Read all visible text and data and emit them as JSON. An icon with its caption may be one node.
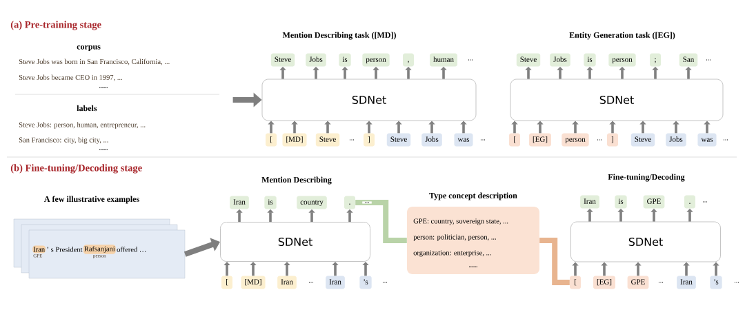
{
  "diagram": {
    "nodes": [
      {
        "text": [
          "SDNet"
        ]
      },
      {
        "text": [
          "Steve"
        ]
      },
      {
        "text": [
          "Jobs"
        ]
      },
      {
        "text": [
          "is"
        ]
      },
      {
        "text": [
          "person"
        ]
      },
      {
        "text": [
          ","
        ]
      },
      {
        "text": [
          "human"
        ]
      },
      {
        "text": [
          "["
        ]
      },
      {
        "text": [
          "[MD]"
        ]
      },
      {
        "text": [
          "Steve"
        ]
      },
      {
        "text": [
          "]"
        ]
      },
      {
        "text": [
          "Steve"
        ]
      },
      {
        "text": [
          "Jobs"
        ]
      },
      {
        "text": [
          "was"
        ]
      },
      {
        "text": [
          "SDNet"
        ]
      },
      {
        "text": [
          "Steve"
        ]
      },
      {
        "text": [
          "Jobs"
        ]
      },
      {
        "text": [
          "is"
        ]
      },
      {
        "text": [
          "person"
        ]
      },
      {
        "text": [
          ";"
        ]
      },
      {
        "text": [
          "San"
        ]
      },
      {
        "text": [
          "["
        ]
      },
      {
        "text": [
          "[EG]"
        ]
      },
      {
        "text": [
          "person"
        ]
      },
      {
        "text": [
          "]"
        ]
      },
      {
        "text": [
          "Steve"
        ]
      },
      {
        "text": [
          "Jobs"
        ]
      },
      {
        "text": [
          "was"
        ]
      },
      {
        "text": [
          "A few illustrative examples",
          "Iran",
          "’ s President",
          "Rafsanjani",
          "offered …",
          "GPE",
          "person"
        ]
      },
      {
        "text": [
          "SDNet"
        ]
      },
      {
        "text": [
          "Iran"
        ]
      },
      {
        "text": [
          "is"
        ]
      },
      {
        "text": [
          "country"
        ]
      },
      {
        "text": [
          "."
        ]
      },
      {
        "text": [
          "["
        ]
      },
      {
        "text": [
          "[MD]"
        ]
      },
      {
        "text": [
          "Iran"
        ]
      },
      {
        "text": [
          "Iran"
        ]
      },
      {
        "text": [
          "’s"
        ]
      },
      {
        "text": [
          "Type concept description",
          "GPE: country, sovereign state, ...",
          "person: politician, person, ...",
          "organization: enterprise, ...",
          "••••••"
        ]
      },
      {
        "text": [
          "SDNet"
        ]
      },
      {
        "text": [
          "Iran"
        ]
      },
      {
        "text": [
          "is"
        ]
      },
      {
        "text": [
          "GPE"
        ]
      },
      {
        "text": [
          "."
        ]
      },
      {
        "text": [
          "["
        ]
      },
      {
        "text": [
          "[EG]"
        ]
      },
      {
        "text": [
          "GPE"
        ]
      },
      {
        "text": [
          "Iran"
        ]
      },
      {
        "text": [
          "’s"
        ]
      }
    ],
    "edges": [
      {
        "from": 7,
        "to": 0,
        "arrow": "to"
      },
      {
        "from": 8,
        "to": 0,
        "arrow": "to"
      },
      {
        "from": 9,
        "to": 0,
        "arrow": "to"
      },
      {
        "from": 10,
        "to": 0,
        "arrow": "to"
      },
      {
        "from": 11,
        "to": 0,
        "arrow": "to"
      },
      {
        "from": 12,
        "to": 0,
        "arrow": "to"
      },
      {
        "from": 13,
        "to": 0,
        "arrow": "to"
      },
      {
        "from": 0,
        "to": 1,
        "arrow": "to"
      },
      {
        "from": 0,
        "to": 2,
        "arrow": "to"
      },
      {
        "from": 0,
        "to": 3,
        "arrow": "to"
      },
      {
        "from": 0,
        "to": 4,
        "arrow": "to"
      },
      {
        "from": 0,
        "to": 5,
        "arrow": "to"
      },
      {
        "from": 0,
        "to": 6,
        "arrow": "to"
      },
      {
        "from": 21,
        "to": 14,
        "arrow": "to"
      },
      {
        "from": 22,
        "to": 14,
        "arrow": "to"
      },
      {
        "from": 23,
        "to": 14,
        "arrow": "to"
      },
      {
        "from": 24,
        "to": 14,
        "arrow": "to"
      },
      {
        "from": 25,
        "to": 14,
        "arrow": "to"
      },
      {
        "from": 26,
        "to": 14,
        "arrow": "to"
      },
      {
        "from": 27,
        "to": 14,
        "arrow": "to"
      },
      {
        "from": 14,
        "to": 15,
        "arrow": "to"
      },
      {
        "from": 14,
        "to": 16,
        "arrow": "to"
      },
      {
        "from": 14,
        "to": 17,
        "arrow": "to"
      },
      {
        "from": 14,
        "to": 18,
        "arrow": "to"
      },
      {
        "from": 14,
        "to": 19,
        "arrow": "to"
      },
      {
        "from": 14,
        "to": 20,
        "arrow": "to"
      },
      {
        "from": null,
        "to": 0,
        "arrow": "to",
        "style": "thick"
      },
      {
        "from": 28,
        "to": 29,
        "arrow": "to",
        "style": "thick"
      },
      {
        "from": 34,
        "to": 29,
        "arrow": "to"
      },
      {
        "from": 35,
        "to": 29,
        "arrow": "to"
      },
      {
        "from": 36,
        "to": 29,
        "arrow": "to"
      },
      {
        "from": 37,
        "to": 29,
        "arrow": "to"
      },
      {
        "from": 38,
        "to": 29,
        "arrow": "to"
      },
      {
        "from": 29,
        "to": 30,
        "arrow": "to"
      },
      {
        "from": 29,
        "to": 31,
        "arrow": "to"
      },
      {
        "from": 29,
        "to": 32,
        "arrow": "to"
      },
      {
        "from": 29,
        "to": 33,
        "arrow": "to"
      },
      {
        "from": 33,
        "to": 39,
        "arrow": "none",
        "style": "thick",
        "color": "#b9d3a8"
      },
      {
        "from": 39,
        "to": 45,
        "arrow": "none",
        "style": "thick",
        "color": "#e8b48f"
      },
      {
        "from": 45,
        "to": 40,
        "arrow": "to"
      },
      {
        "from": 46,
        "to": 40,
        "arrow": "to"
      },
      {
        "from": 47,
        "to": 40,
        "arrow": "to"
      },
      {
        "from": 48,
        "to": 40,
        "arrow": "to"
      },
      {
        "from": 49,
        "to": 40,
        "arrow": "to"
      },
      {
        "from": 40,
        "to": 41,
        "arrow": "to"
      },
      {
        "from": 40,
        "to": 42,
        "arrow": "to"
      },
      {
        "from": 40,
        "to": 43,
        "arrow": "to"
      },
      {
        "from": 40,
        "to": 44,
        "arrow": "to"
      }
    ],
    "labels": [
      "(a) Pre-training stage",
      "Mention Describing task ([MD])",
      "Entity Generation task ([EG])",
      "corpus",
      "...",
      "Steve Jobs was born in San Francisco, California, ...",
      "...",
      "Steve Jobs became CEO in 1997, ...",
      "••••••",
      "labels",
      "Steve Jobs: person, human, entrepreneur, ...",
      "San Francisco: city, big city, ...",
      "...",
      "...",
      "...",
      "...",
      "••••••",
      "(b) Fine-tuning/Decoding stage",
      "Mention Describing",
      "Fine-tuning/Decoding",
      "...",
      "...",
      "...",
      "...",
      "...",
      "..."
    ]
  }
}
